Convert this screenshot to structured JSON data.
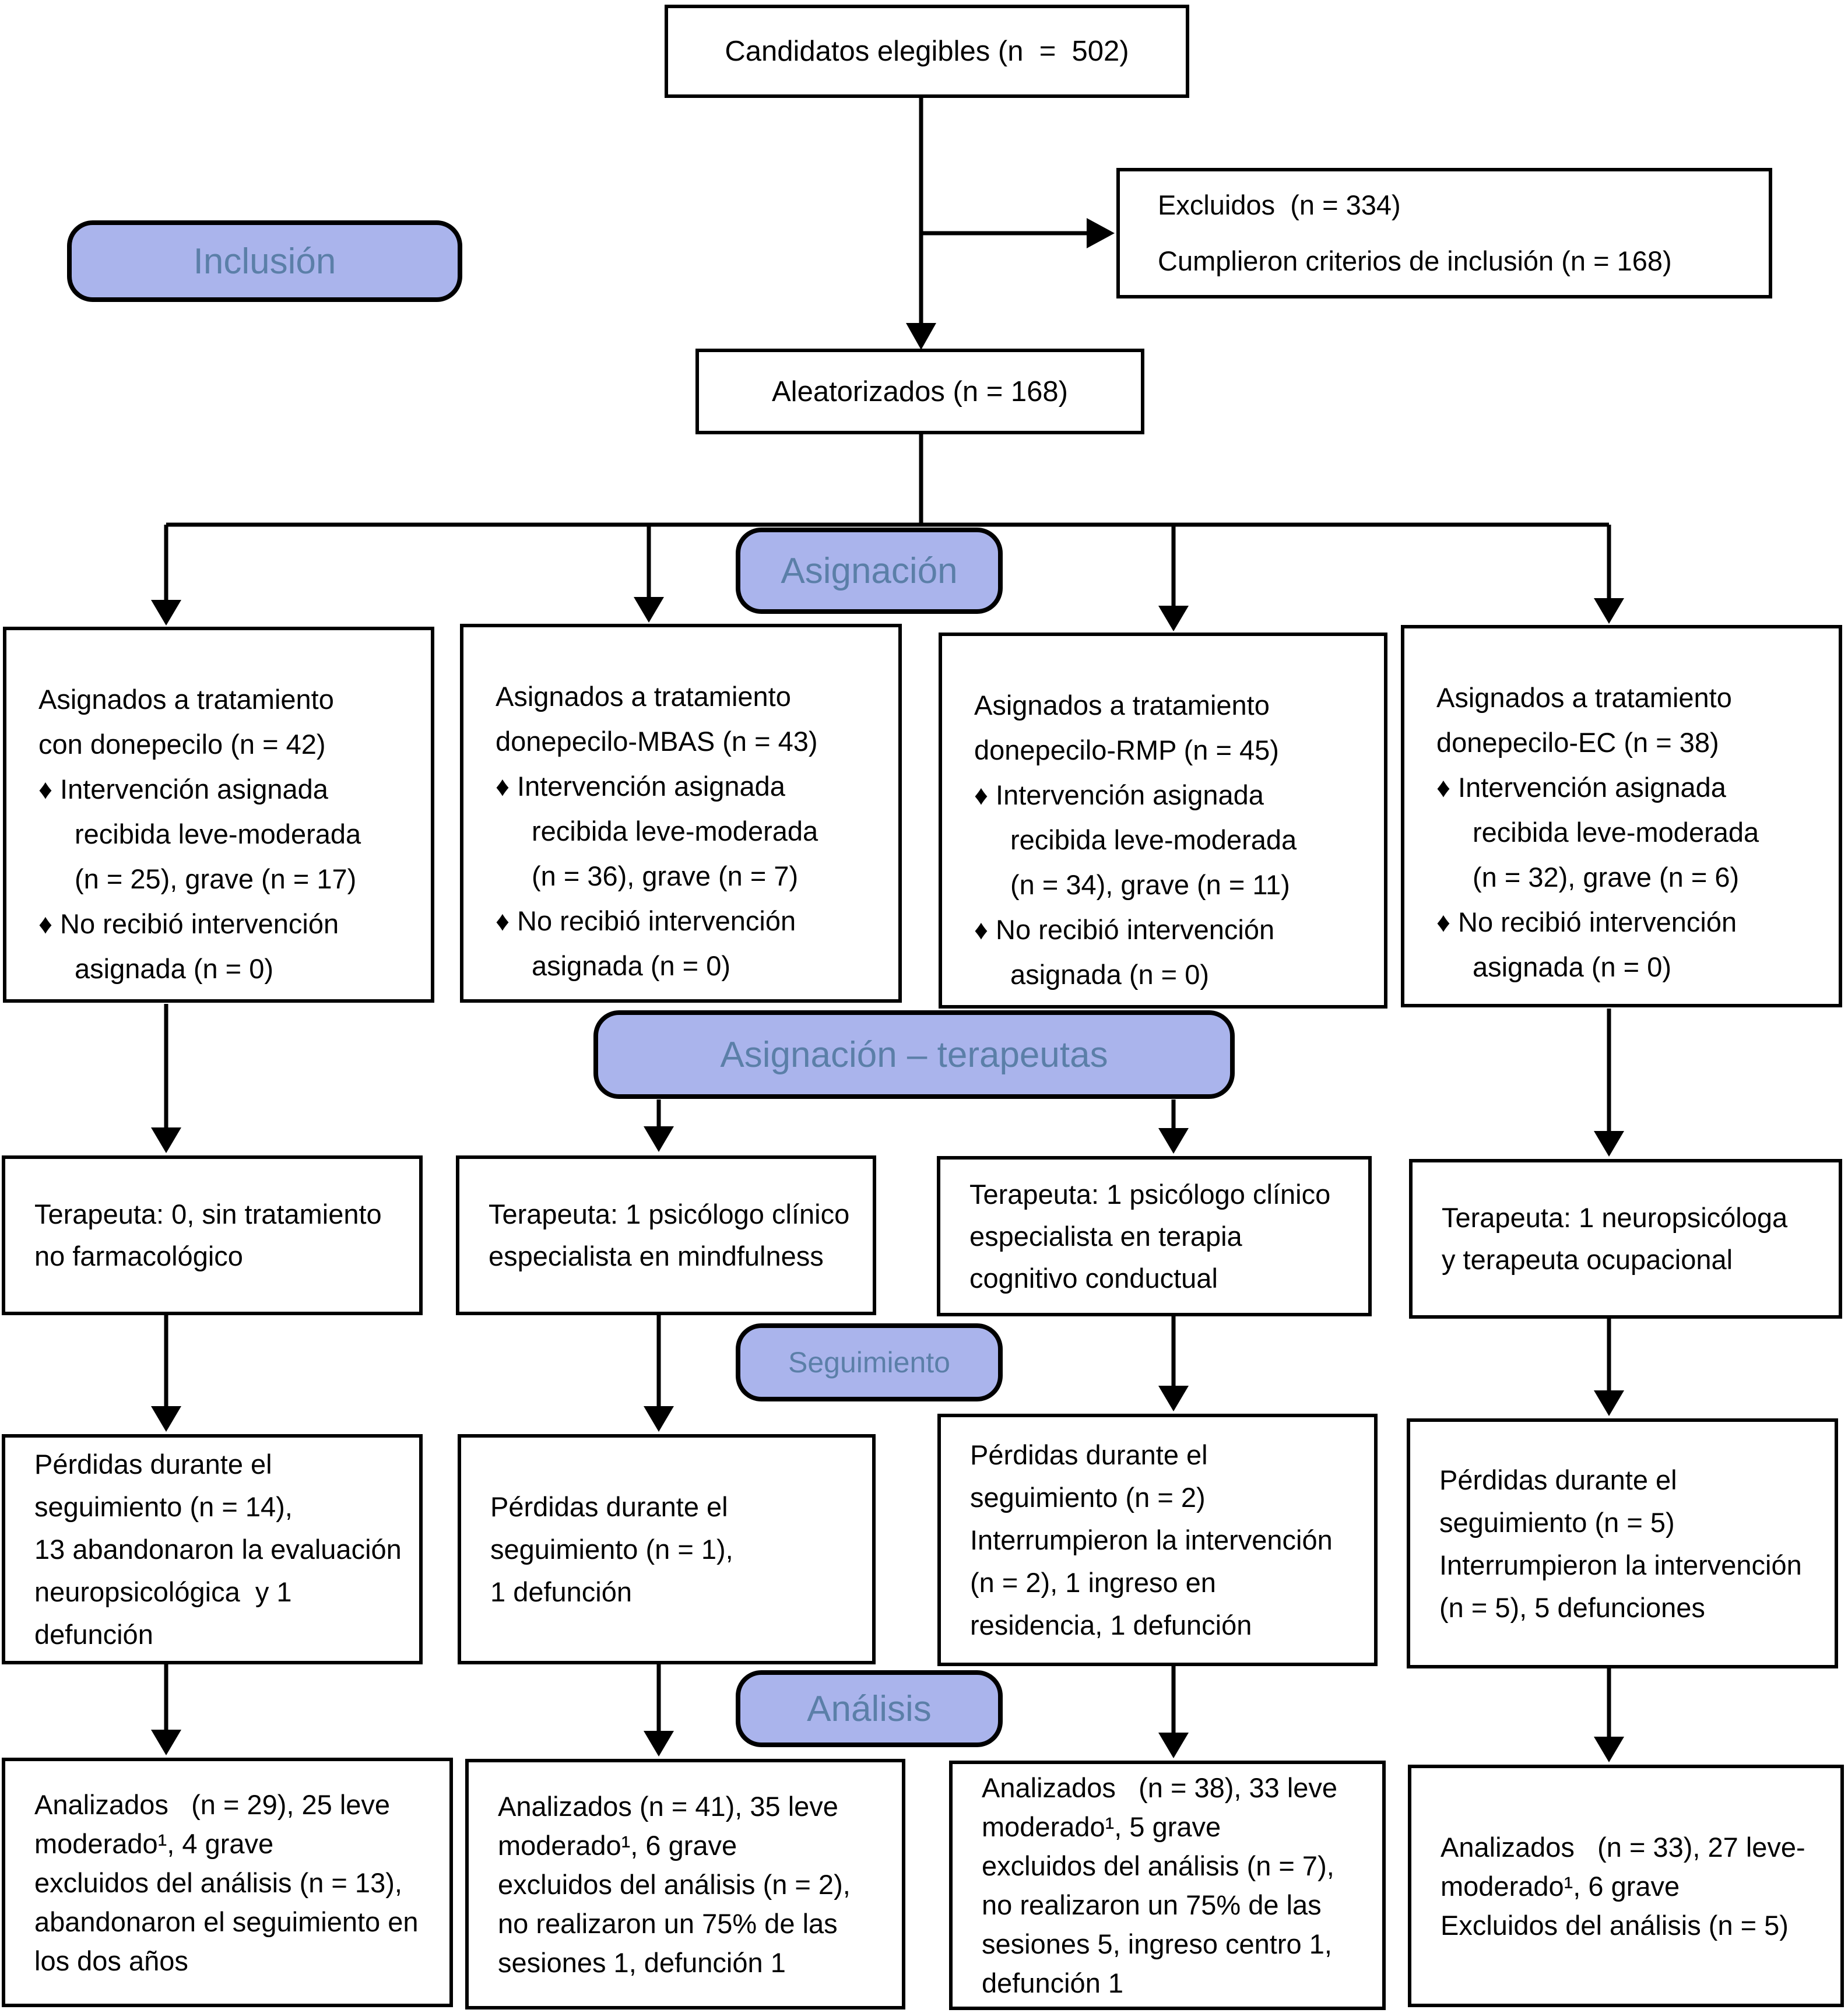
{
  "colors": {
    "label_fill": "#aab4ec",
    "label_text": "#5b7fa8",
    "box_border": "#000000",
    "bg": "#ffffff"
  },
  "stages": {
    "inclusion": "Inclusión",
    "allocation": "Asignación",
    "allocation_therapists": "Asignación – terapeutas",
    "followup": "Seguimiento",
    "analysis": "Análisis"
  },
  "top": {
    "eligible": "Candidatos elegibles (n  =  502)",
    "excluded": "Excluidos  (n = 334)\nCumplieron criterios de inclusión (n = 168)",
    "randomized": "Aleatorizados (n = 168)"
  },
  "arms": [
    {
      "assigned": {
        "t1": "Asignados a tratamiento",
        "t2": "con donepecilo (n = 42)",
        "b1a": "♦ Intervención asignada",
        "b1b": "recibida leve-moderada",
        "b1c": "(n = 25), grave (n = 17)",
        "b2a": "♦ No recibió intervención",
        "b2b": "asignada (n = 0)"
      },
      "therapist": "Terapeuta: 0, sin tratamiento\nno farmacológico",
      "followup": "Pérdidas durante el\nseguimiento (n = 14),\n13 abandonaron la evaluación\nneuropsicológica  y 1\ndefunción",
      "analysis": "Analizados   (n = 29), 25 leve\nmoderado¹, 4 grave\nexcluidos del análisis (n = 13),\nabandonaron el seguimiento en\nlos dos años"
    },
    {
      "assigned": {
        "t1": "Asignados a tratamiento",
        "t2": "donepecilo-MBAS (n = 43)",
        "b1a": "♦ Intervención asignada",
        "b1b": "recibida leve-moderada",
        "b1c": "(n = 36), grave (n = 7)",
        "b2a": "♦ No recibió intervención",
        "b2b": "asignada (n = 0)"
      },
      "therapist": "Terapeuta: 1 psicólogo clínico\nespecialista en mindfulness",
      "followup": "Pérdidas durante el\nseguimiento (n = 1),\n1 defunción",
      "analysis": "Analizados (n = 41), 35 leve\nmoderado¹, 6 grave\nexcluidos del análisis (n = 2),\nno realizaron un 75% de las\nsesiones 1, defunción 1"
    },
    {
      "assigned": {
        "t1": "Asignados a tratamiento",
        "t2": "donepecilo-RMP (n = 45)",
        "b1a": "♦ Intervención asignada",
        "b1b": "recibida leve-moderada",
        "b1c": "(n = 34), grave (n = 11)",
        "b2a": "♦ No recibió intervención",
        "b2b": "asignada (n = 0)"
      },
      "therapist": "Terapeuta: 1 psicólogo clínico\nespecialista en terapia\ncognitivo conductual",
      "followup": "Pérdidas durante el\nseguimiento (n = 2)\nInterrumpieron la intervención\n(n = 2), 1 ingreso en\nresidencia, 1 defunción",
      "analysis": "Analizados   (n = 38), 33 leve\nmoderado¹, 5 grave\nexcluidos del análisis (n = 7),\nno realizaron un 75% de las\nsesiones 5, ingreso centro 1,\ndefunción 1"
    },
    {
      "assigned": {
        "t1": "Asignados a tratamiento",
        "t2": "donepecilo-EC (n = 38)",
        "b1a": "♦ Intervención asignada",
        "b1b": "recibida leve-moderada",
        "b1c": "(n = 32), grave (n = 6)",
        "b2a": "♦ No recibió intervención",
        "b2b": "asignada (n = 0)"
      },
      "therapist": "Terapeuta: 1 neuropsicóloga\ny terapeuta ocupacional",
      "followup": "Pérdidas durante el\nseguimiento (n = 5)\nInterrumpieron la intervención\n(n = 5), 5 defunciones",
      "analysis": "Analizados   (n = 33), 27 leve-\nmoderado¹, 6 grave\nExcluidos del análisis (n = 5)"
    }
  ]
}
